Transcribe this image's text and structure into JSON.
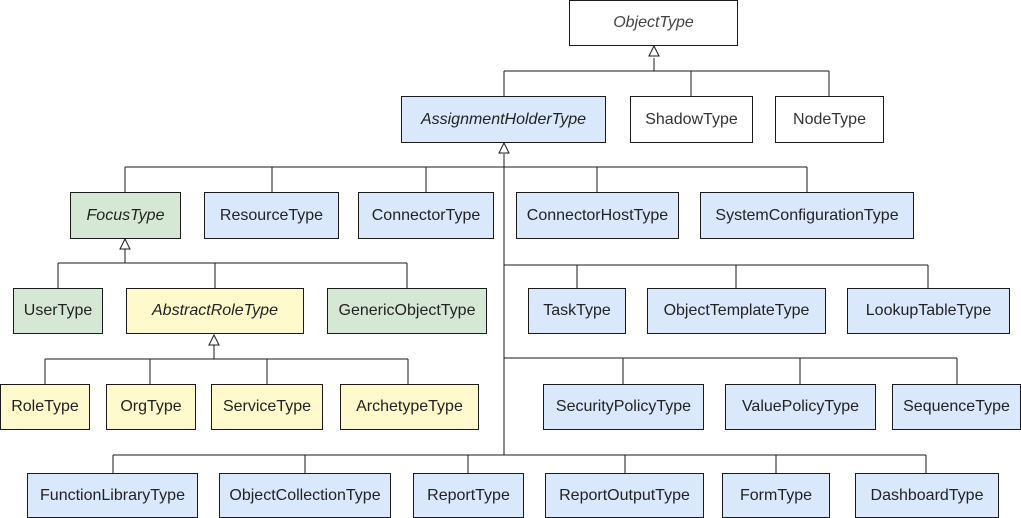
{
  "diagram": {
    "colors": {
      "white": "#ffffff",
      "blue": "#dae8fc",
      "green": "#d5e8d4",
      "yellow": "#fff9cc",
      "line": "#1a1a1a"
    },
    "nodes": {
      "object_type": "ObjectType",
      "assignment_holder_type": "AssignmentHolderType",
      "shadow_type": "ShadowType",
      "node_type": "NodeType",
      "focus_type": "FocusType",
      "resource_type": "ResourceType",
      "connector_type": "ConnectorType",
      "connector_host_type": "ConnectorHostType",
      "system_configuration_type": "SystemConfigurationType",
      "user_type": "UserType",
      "abstract_role_type": "AbstractRoleType",
      "generic_object_type": "GenericObjectType",
      "task_type": "TaskType",
      "object_template_type": "ObjectTemplateType",
      "lookup_table_type": "LookupTableType",
      "role_type": "RoleType",
      "org_type": "OrgType",
      "service_type": "ServiceType",
      "archetype_type": "ArchetypeType",
      "security_policy_type": "SecurityPolicyType",
      "value_policy_type": "ValuePolicyType",
      "sequence_type": "SequenceType",
      "function_library_type": "FunctionLibraryType",
      "object_collection_type": "ObjectCollectionType",
      "report_type": "ReportType",
      "report_output_type": "ReportOutputType",
      "form_type": "FormType",
      "dashboard_type": "DashboardType"
    }
  }
}
